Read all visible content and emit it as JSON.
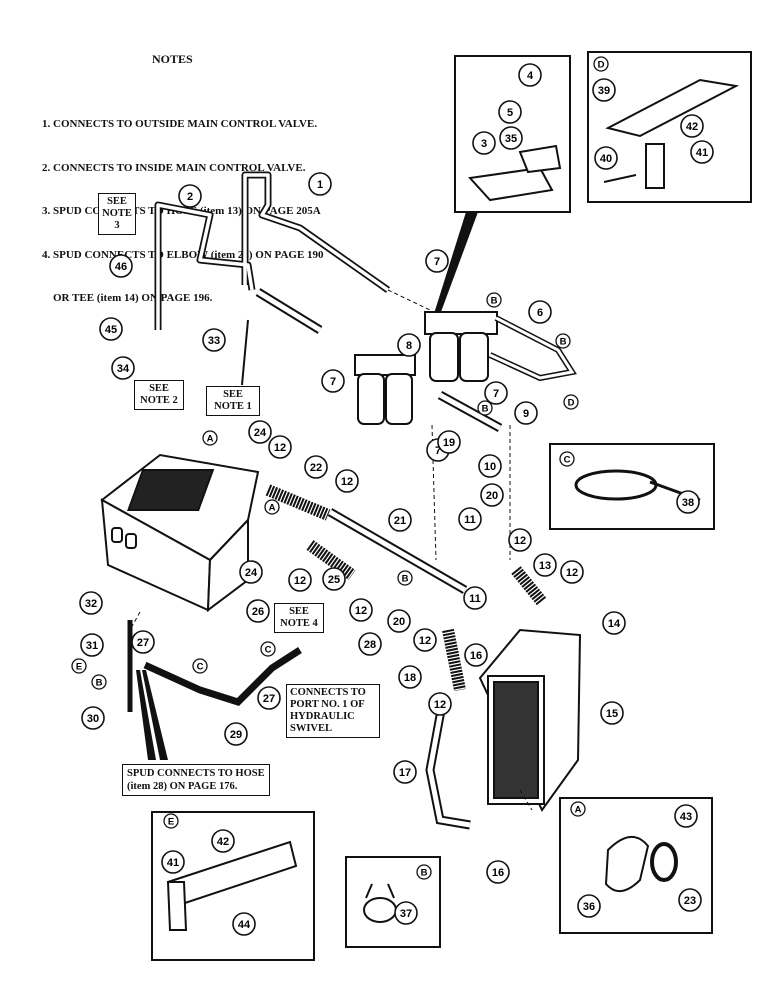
{
  "notes": {
    "title": "NOTES",
    "items": [
      "1. CONNECTS TO OUTSIDE MAIN CONTROL VALVE.",
      "2. CONNECTS TO INSIDE MAIN CONTROL VALVE.",
      "3. SPUD CONNECTS TO HOSE (item 13) ON PAGE 205A",
      "4. SPUD CONNECTS TO ELBOW (item 24) ON PAGE 190",
      "    OR TEE (item 14) ON PAGE 196."
    ]
  },
  "see_notes": {
    "note3": [
      "SEE",
      "NOTE",
      "3"
    ],
    "note2": [
      "SEE",
      "NOTE 2"
    ],
    "note1": [
      "SEE",
      "NOTE 1"
    ],
    "note4": [
      "SEE",
      "NOTE 4"
    ]
  },
  "port_note": [
    "CONNECTS TO",
    "PORT NO. 1 OF",
    "HYDRAULIC",
    "SWIVEL"
  ],
  "bottom_note": [
    "SPUD CONNECTS TO HOSE",
    "(item 28) ON PAGE 176."
  ],
  "callouts": [
    "1",
    "2",
    "3",
    "4",
    "5",
    "6",
    "7",
    "7",
    "7",
    "7",
    "8",
    "9",
    "10",
    "11",
    "11",
    "12",
    "12",
    "12",
    "12",
    "12",
    "12",
    "12",
    "12",
    "13",
    "14",
    "15",
    "16",
    "16",
    "17",
    "18",
    "19",
    "20",
    "20",
    "21",
    "22",
    "23",
    "24",
    "24",
    "25",
    "26",
    "27",
    "27",
    "28",
    "29",
    "30",
    "31",
    "32",
    "33",
    "34",
    "35",
    "36",
    "37",
    "38",
    "39",
    "40",
    "41",
    "41",
    "42",
    "42",
    "43",
    "44",
    "45",
    "46"
  ],
  "detail_letters": [
    "A",
    "A",
    "A",
    "B",
    "B",
    "B",
    "B",
    "B",
    "C",
    "C",
    "C",
    "D",
    "D",
    "E",
    "E"
  ],
  "inset_labels": [
    "D",
    "C",
    "A",
    "E",
    "B"
  ]
}
